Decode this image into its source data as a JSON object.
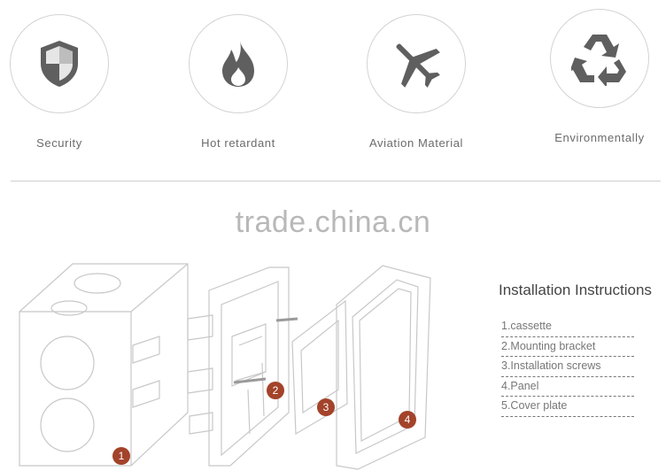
{
  "features": [
    {
      "label": "Security",
      "icon": "shield-icon"
    },
    {
      "label": "Hot retardant",
      "icon": "flame-icon"
    },
    {
      "label": "Aviation Material",
      "icon": "airplane-icon"
    },
    {
      "label": "Environmentally",
      "icon": "recycle-icon"
    }
  ],
  "watermark": "trade.china.cn",
  "installation": {
    "title": "Installation Instructions",
    "steps": [
      "1.cassette",
      "2.Mounting bracket",
      "3.Installation screws",
      "4.Panel",
      "5.Cover plate"
    ]
  },
  "diagram": {
    "markers": [
      "1",
      "2",
      "3",
      "4"
    ],
    "marker_color": "#a3432a"
  },
  "colors": {
    "icon": "#5f5f5f",
    "line": "#cfcfcf"
  }
}
